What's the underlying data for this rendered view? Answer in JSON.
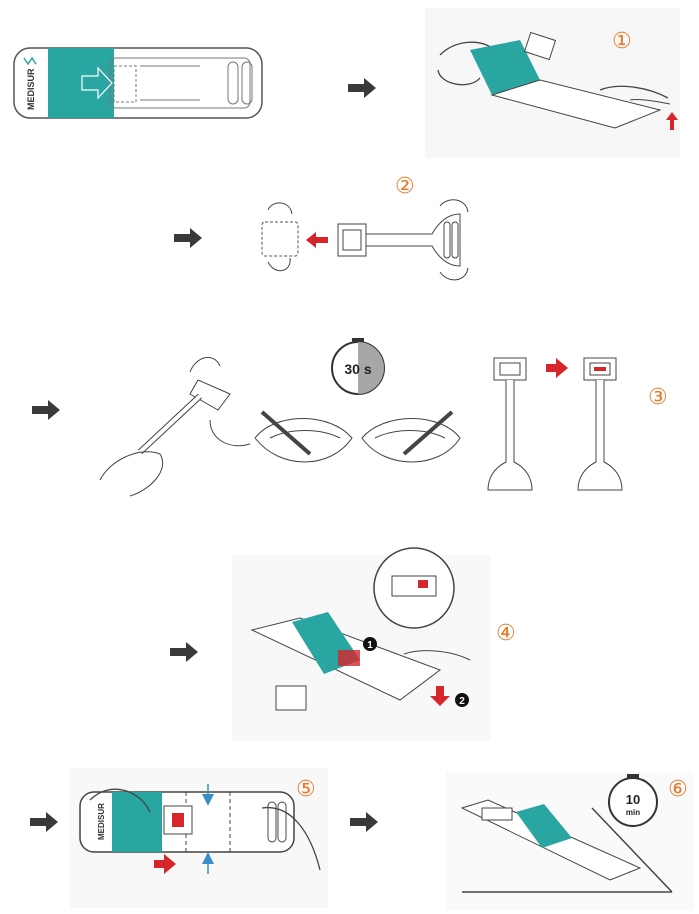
{
  "steps": [
    "①",
    "②",
    "③",
    "④",
    "⑤",
    "⑥"
  ],
  "brand": "MEDISUR",
  "timer_short": "30 s",
  "timer_long_value": "10",
  "timer_long_unit": "min",
  "callouts": [
    "1",
    "2"
  ],
  "colors": {
    "teal": "#2aa6a2",
    "red_arrow": "#d6262c",
    "flow_arrow": "#3a3a3a",
    "step_number": "#e87a2a",
    "blue_arrow": "#3a8fc8"
  }
}
